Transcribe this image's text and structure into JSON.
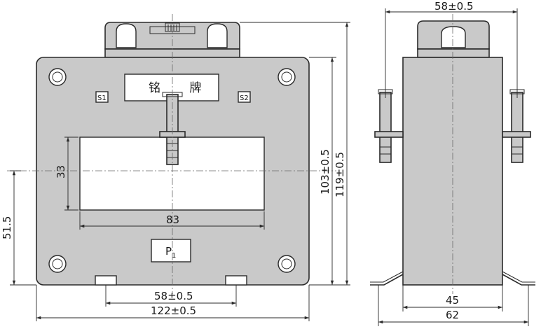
{
  "front_view": {
    "nameplate_label": "铭 牌",
    "s1_label": "S1",
    "s2_label": "S2",
    "p1_label": "P",
    "p1_subscript": "1",
    "dims": {
      "window_height": "33",
      "window_width": "83",
      "center_height": "51.5",
      "inner_height": "103±0.5",
      "total_height": "119±0.5",
      "foot_spacing": "58±0.5",
      "total_width": "122±0.5"
    }
  },
  "side_view": {
    "dims": {
      "top_width": "58±0.5",
      "body_width": "45",
      "base_width": "62"
    }
  }
}
